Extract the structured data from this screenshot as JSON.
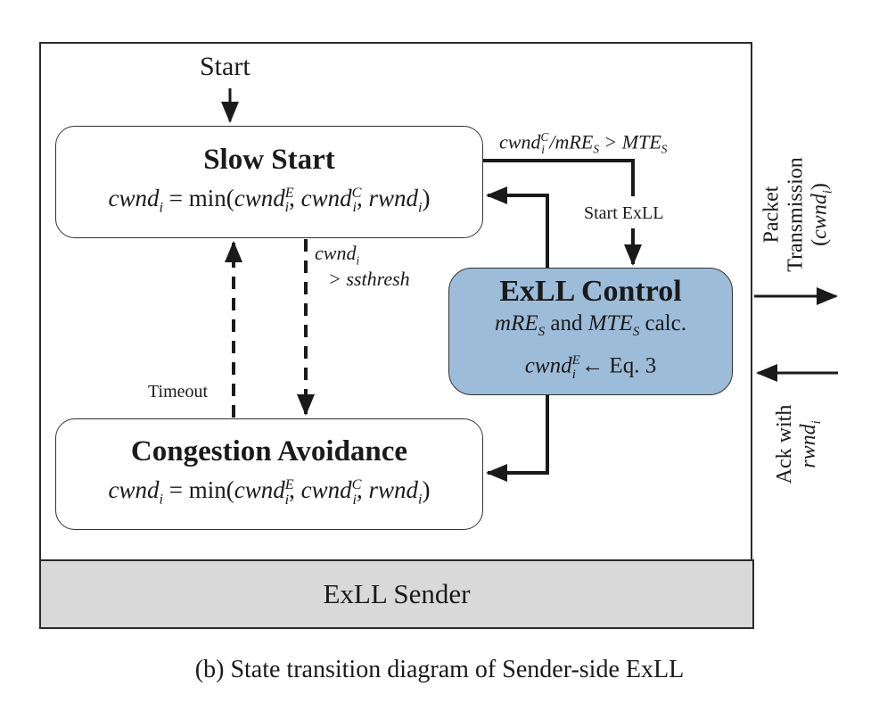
{
  "start_label": "Start",
  "states": {
    "slow_start": {
      "title": "Slow Start",
      "equation": "cwnd_i = min(cwnd_i^E, cwnd_i^C, rwnd_i)"
    },
    "congestion_avoidance": {
      "title": "Congestion Avoidance",
      "equation": "cwnd_i = min(cwnd_i^E, cwnd_i^C, rwnd_i)"
    },
    "exll_control": {
      "title": "ExLL Control",
      "line1": "mRE_S and MTE_S calc.",
      "line2": "cwnd_i^E ← Eq. 3",
      "fill_color": "#9dbcd9"
    }
  },
  "transitions": {
    "ss_to_ctrl_condition": "cwnd_i^C / mRE_S > MTE_S",
    "ss_to_ctrl_label": "Start ExLL",
    "ss_to_ca_condition_1": "cwnd_i",
    "ss_to_ca_condition_2": "> ssthresh",
    "ca_to_ss_label": "Timeout"
  },
  "side_labels": {
    "packet_tx_1": "Packet",
    "packet_tx_2": "Transmission",
    "packet_tx_3": "(cwnd_i)",
    "ack_1": "Ack with",
    "ack_2": "rwnd_i"
  },
  "footer_label": "ExLL Sender",
  "caption": "(b)  State transition diagram of Sender-side ExLL"
}
